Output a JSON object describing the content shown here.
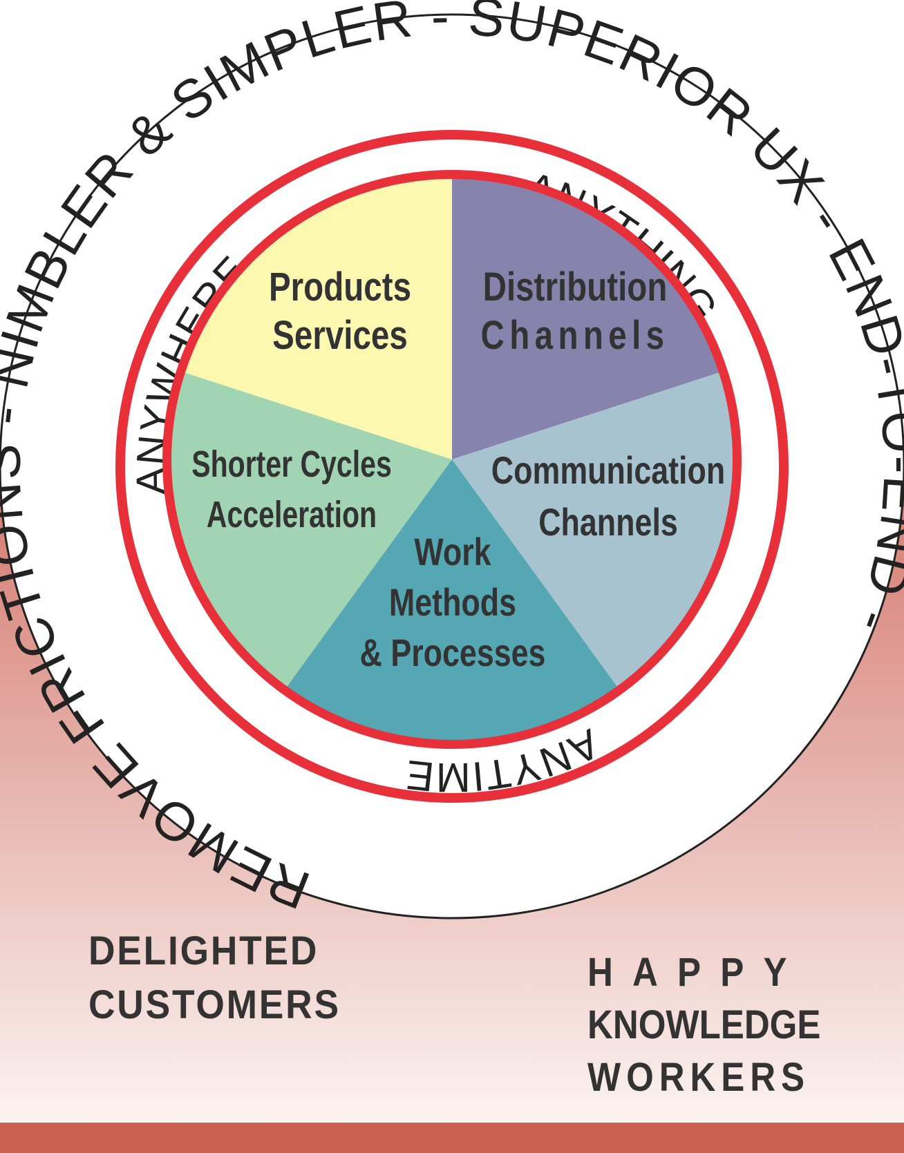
{
  "colors": {
    "gradient_top": "#D27468",
    "gradient_bottom": "#FBF3F1",
    "ring_red": "#E8303A",
    "outline": "#222222",
    "bar": "#CC6152",
    "text_dark": "#333333"
  },
  "outer_ring": {
    "text": "REMOVE FRICTIONS - NIMBLER & SIMPLER - SUPERIOR UX - END-TO-END -"
  },
  "inner_ring": {
    "anywhere": "ANYWHERE",
    "anything": "ANYTHING",
    "anytime": "ANYTIME"
  },
  "segments": [
    {
      "id": "products",
      "color": "#8684AD",
      "lines": [
        "Products",
        "Services"
      ]
    },
    {
      "id": "distribution",
      "color": "#A8C3D0",
      "lines": [
        "Distribution",
        "Channels"
      ]
    },
    {
      "id": "communication",
      "color": "#55A8B3",
      "lines": [
        "Communication",
        "Channels"
      ]
    },
    {
      "id": "work",
      "color": "#A0D4B2",
      "lines": [
        "Work",
        "Methods",
        "& Processes"
      ]
    },
    {
      "id": "shorter",
      "color": "#FDF8B0",
      "lines": [
        "Shorter Cycles",
        "Acceleration"
      ]
    }
  ],
  "bottom": {
    "left": [
      "DELIGHTED",
      "CUSTOMERS"
    ],
    "right": [
      "HAPPY",
      "KNOWLEDGE",
      "WORKERS"
    ]
  }
}
